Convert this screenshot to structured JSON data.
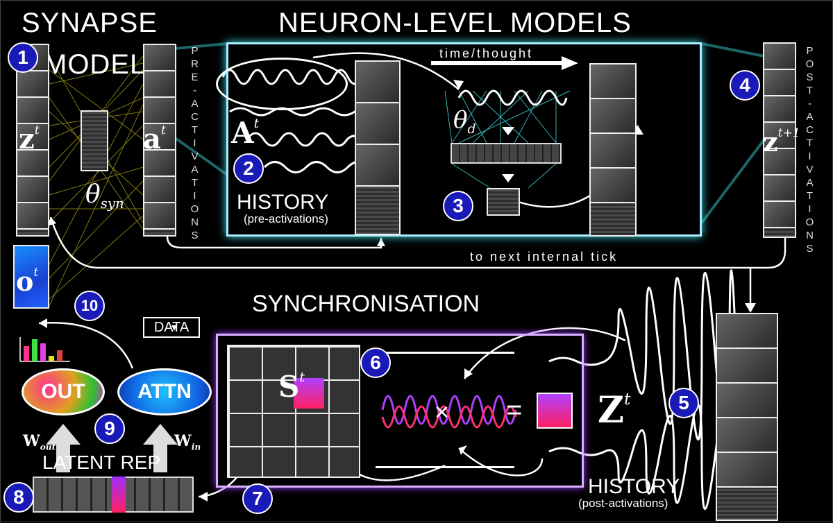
{
  "titles": {
    "synapse_line1": "SYNAPSE",
    "synapse_line2": "MODEL",
    "nlm": "NEURON-LEVEL MODELS",
    "sync": "SYNCHRONISATION"
  },
  "labels": {
    "time_thought": "time/thought",
    "history_pre": "HISTORY",
    "history_pre_sub": "(pre-activations)",
    "history_post": "HISTORY",
    "history_post_sub": "(post-activations)",
    "next_tick": "to next internal tick",
    "pre_activations_vertical": "PRE-ACTIVATIONS",
    "post_activations_vertical": "POST-ACTIVATIONS",
    "data": "DATA",
    "out": "OUT",
    "attn": "ATTN",
    "latent_rep": "LATENT REP",
    "times_sign": "×",
    "equals_sign": "="
  },
  "math": {
    "z_t": "z",
    "z_t_sup": "t",
    "a_t": "a",
    "a_t_sup": "t",
    "A_t": "A",
    "A_t_sup": "t",
    "z_t1": "z",
    "z_t1_sup": "t+1",
    "o_t": "o",
    "o_t_sup": "t",
    "S_t": "S",
    "S_t_sup": "t",
    "Z_t": "Z",
    "Z_t_sup": "t",
    "theta_syn": "θ",
    "theta_syn_sub": "syn",
    "theta_d": "θ",
    "theta_d_sub": "d",
    "w_out": "W",
    "w_out_sub": "out",
    "w_in": "W",
    "w_in_sub": "in"
  },
  "badges": [
    "1",
    "2",
    "3",
    "4",
    "5",
    "6",
    "7",
    "8",
    "9",
    "10"
  ],
  "colors": {
    "synapse_lines": "#e8e020",
    "nlm_glow": "#40e0e8",
    "sync_frame": "#a040ff",
    "badge": "#1a1ab8",
    "highlight_cell": "#ff2a6a"
  }
}
